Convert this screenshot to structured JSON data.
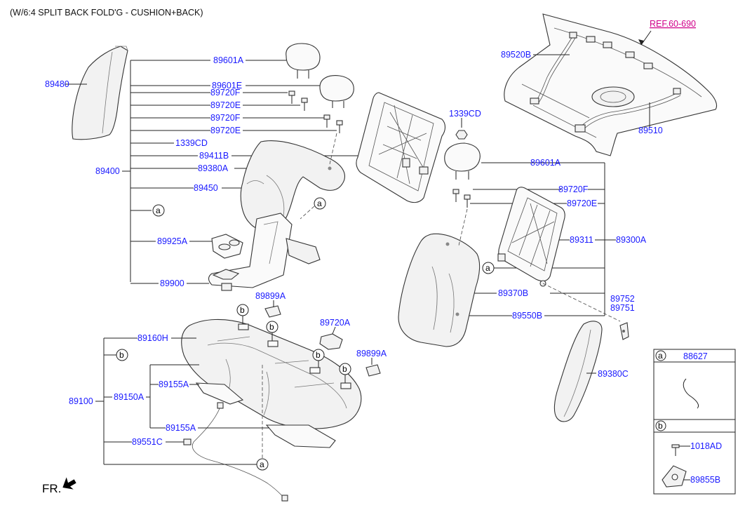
{
  "title": "(W/6:4 SPLIT BACK FOLD'G - CUSHION+BACK)",
  "reference": "REF.60-690",
  "front_marker": "FR.",
  "legend": {
    "a": {
      "key": "a",
      "part": "88627"
    },
    "b": {
      "key": "b",
      "parts": [
        "1018AD",
        "89855B"
      ]
    }
  },
  "callouts": {
    "p89480": "89480",
    "p89400": "89400",
    "p89601A_l": "89601A",
    "p89601E": "89601E",
    "p89720F_1": "89720F",
    "p89720E_1": "89720E",
    "p89720F_2": "89720F",
    "p89720E_2": "89720E",
    "p1339CD_l": "1339CD",
    "p89411B": "89411B",
    "p89380A": "89380A",
    "p89450": "89450",
    "p89925A": "89925A",
    "p89900": "89900",
    "p1339CD_c": "1339CD",
    "p89520B": "89520B",
    "p89510": "89510",
    "p89601A_r": "89601A",
    "p89720F_r": "89720F",
    "p89720E_r": "89720E",
    "p89311": "89311",
    "p89300A": "89300A",
    "p89370B": "89370B",
    "p89550B": "89550B",
    "p89752": "89752",
    "p89751": "89751",
    "p89380C": "89380C",
    "p89899A_1": "89899A",
    "p89720A": "89720A",
    "p89899A_2": "89899A",
    "p89160H": "89160H",
    "p89100": "89100",
    "p89150A": "89150A",
    "p89155A_1": "89155A",
    "p89155A_2": "89155A",
    "p89551C": "89551C"
  },
  "markers": [
    "a",
    "b"
  ]
}
